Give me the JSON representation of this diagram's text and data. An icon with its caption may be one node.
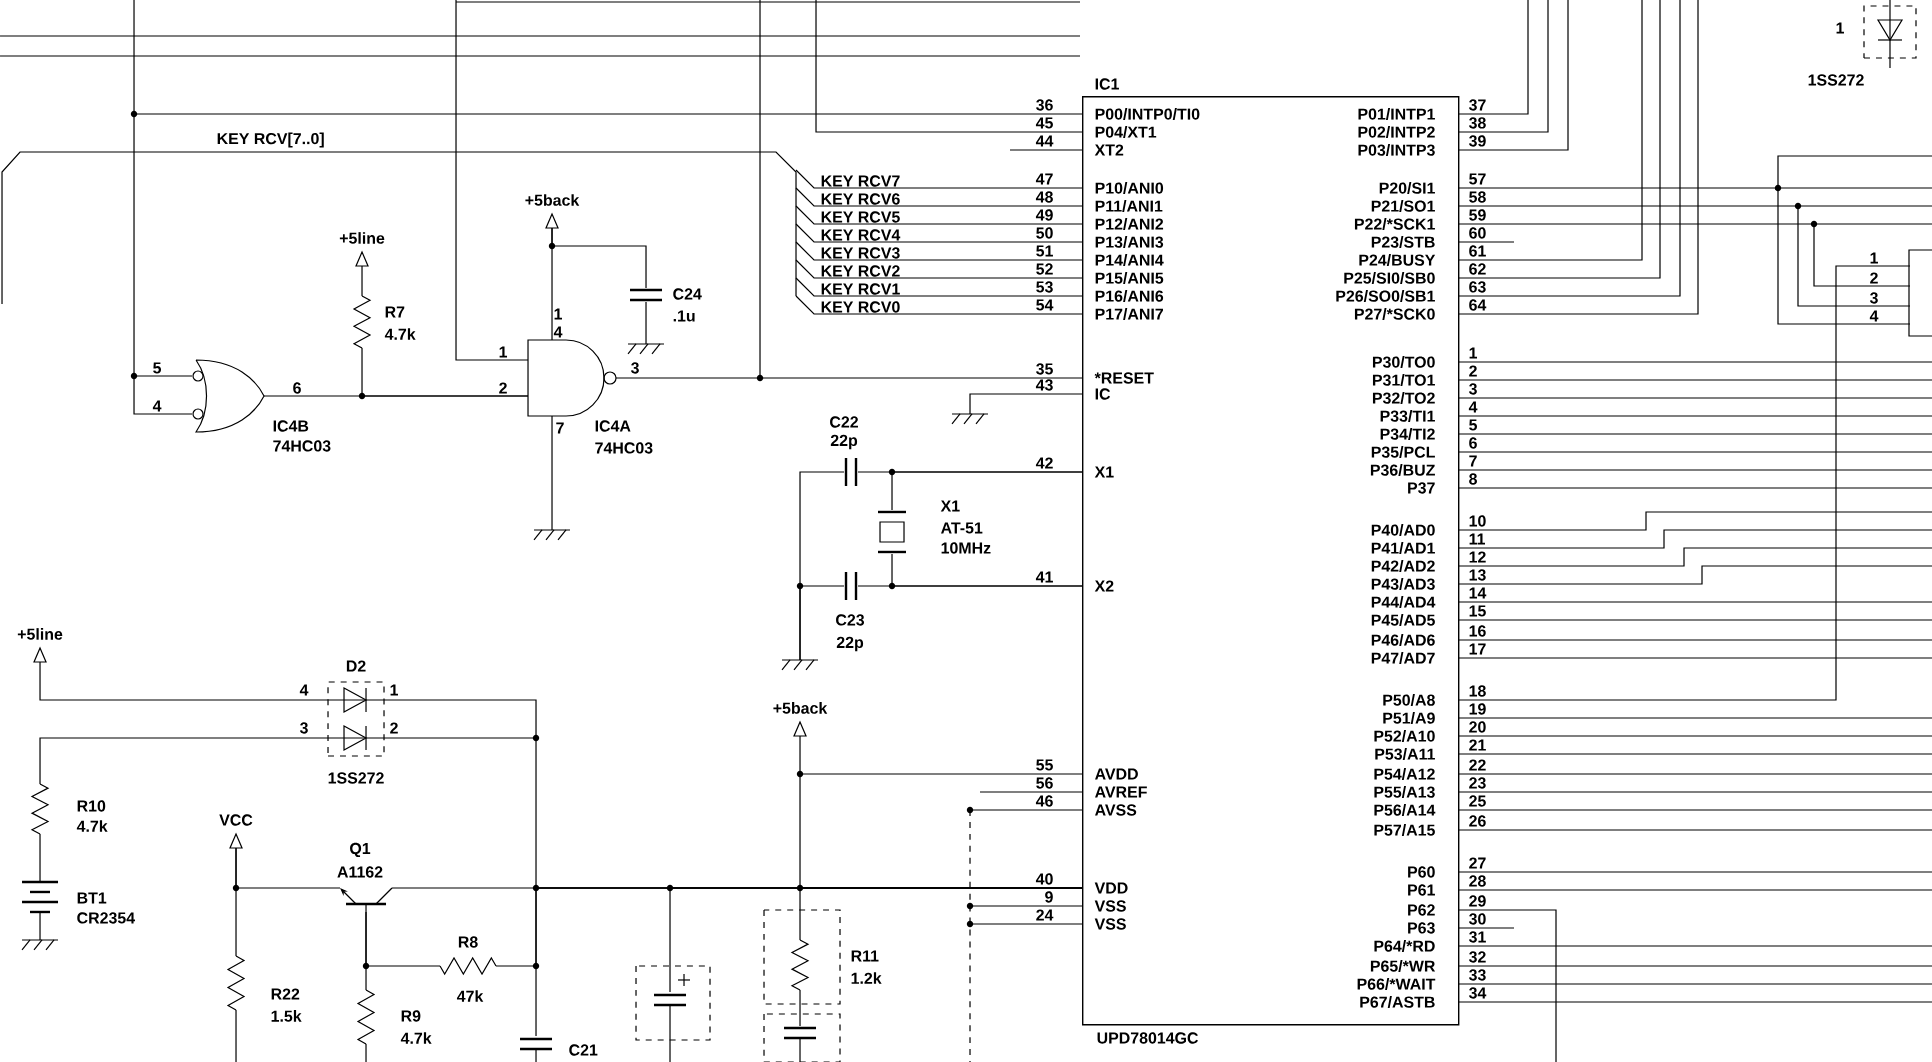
{
  "diagram": {
    "nodes": [
      {
        "text": [
          "IC1",
          "P00/INTP0/TI0",
          "P04/XT1",
          "XT2",
          "P10/ANI0",
          "P11/ANI1",
          "P12/ANI2",
          "P13/ANI3",
          "P14/ANI4",
          "P15/ANI5",
          "P16/ANI6",
          "P17/ANI7",
          "*RESET",
          "IC",
          "X1",
          "X2",
          "AVDD",
          "AVREF",
          "AVSS",
          "VDD",
          "VSS",
          "VSS",
          "P01/INTP1",
          "P02/INTP2",
          "P03/INTP3",
          "P20/SI1",
          "P21/SO1",
          "P22/*SCK1",
          "P23/STB",
          "P24/BUSY",
          "P25/SI0/SB0",
          "P26/SO0/SB1",
          "P27/*SCK0",
          "P30/TO0",
          "P31/TO1",
          "P32/TO2",
          "P33/TI1",
          "P34/TI2",
          "P35/PCL",
          "P36/BUZ",
          "P37",
          "P40/AD0",
          "P41/AD1",
          "P42/AD2",
          "P43/AD3",
          "P44/AD4",
          "P45/AD5",
          "P46/AD6",
          "P47/AD7",
          "P50/A8",
          "P51/A9",
          "P52/A10",
          "P53/A11",
          "P54/A12",
          "P55/A13",
          "P56/A14",
          "P57/A15",
          "P60",
          "P61",
          "P62",
          "P63",
          "P64/*RD",
          "P65/*WR",
          "P66/*WAIT",
          "P67/ASTB"
        ],
        "beside": [
          "UPD78014GC",
          "36",
          "45",
          "44",
          "47",
          "48",
          "49",
          "50",
          "51",
          "52",
          "53",
          "54",
          "35",
          "43",
          "42",
          "41",
          "55",
          "56",
          "46",
          "40",
          "9",
          "24",
          "37",
          "38",
          "39",
          "57",
          "58",
          "59",
          "60",
          "61",
          "62",
          "63",
          "64",
          "1",
          "2",
          "3",
          "4",
          "5",
          "6",
          "7",
          "8",
          "10",
          "11",
          "12",
          "13",
          "14",
          "15",
          "16",
          "17",
          "18",
          "19",
          "20",
          "21",
          "22",
          "23",
          "25",
          "26",
          "27",
          "28",
          "29",
          "30",
          "31",
          "32",
          "33",
          "34"
        ]
      },
      {
        "text": [
          "IC4B",
          "74HC03"
        ],
        "beside": [
          "5",
          "4",
          "6"
        ]
      },
      {
        "text": [
          "IC4A",
          "74HC03"
        ],
        "beside": [
          "1",
          "2",
          "1",
          "4",
          "3",
          "7"
        ]
      },
      {
        "text": [
          "D2",
          "1SS272"
        ],
        "beside": [
          "4",
          "3",
          "1",
          "2"
        ]
      },
      {
        "text": [
          "+5line"
        ]
      },
      {
        "text": [
          "R7",
          "4.7k"
        ]
      },
      {
        "text": [
          "+5back"
        ]
      },
      {
        "text": [
          "C24",
          ".1u"
        ]
      },
      {
        "text": [],
        "shape": "ground"
      },
      {
        "text": [],
        "shape": "ground"
      },
      {
        "text": [],
        "shape": "ground"
      },
      {
        "text": [
          "C22",
          "22p"
        ]
      },
      {
        "text": [
          "X1",
          "AT-51",
          "10MHz"
        ]
      },
      {
        "text": [
          "C23",
          "22p"
        ]
      },
      {
        "text": [],
        "shape": "ground"
      },
      {
        "text": [
          "+5back"
        ]
      },
      {
        "text": [
          "R11",
          "1.2k"
        ]
      },
      {
        "text": [],
        "shape": "capacitor"
      },
      {
        "text": [
          "+5line"
        ]
      },
      {
        "text": [
          "R10",
          "4.7k"
        ]
      },
      {
        "text": [
          "BT1",
          "CR2354"
        ]
      },
      {
        "text": [],
        "shape": "ground"
      },
      {
        "text": [
          "VCC"
        ]
      },
      {
        "text": [
          "Q1",
          "A1162"
        ]
      },
      {
        "text": [
          "R22",
          "1.5k"
        ]
      },
      {
        "text": [
          "R8",
          "47k"
        ]
      },
      {
        "text": [
          "R9",
          "4.7k"
        ]
      },
      {
        "text": [
          "C21"
        ]
      },
      {
        "text": [],
        "shape": "capacitor"
      },
      {
        "text": [],
        "shape": "box",
        "beside": [
          "1",
          "2",
          "3",
          "4"
        ]
      },
      {
        "text": [
          "1SS272"
        ],
        "beside": [
          "1"
        ]
      }
    ],
    "edges": [
      {
        "from": 0,
        "to": 1,
        "arrow": "none"
      },
      {
        "from": 1,
        "to": 2,
        "arrow": "none"
      },
      {
        "from": 5,
        "to": 2,
        "arrow": "none"
      },
      {
        "from": 4,
        "to": 5,
        "arrow": "none"
      },
      {
        "from": 2,
        "to": 0,
        "arrow": "none"
      },
      {
        "from": 6,
        "to": 2,
        "arrow": "none"
      },
      {
        "from": 6,
        "to": 7,
        "arrow": "none"
      },
      {
        "from": 7,
        "to": 8,
        "arrow": "none"
      },
      {
        "from": 2,
        "to": 9,
        "arrow": "none"
      },
      {
        "from": 0,
        "to": 10,
        "arrow": "none"
      },
      {
        "from": 0,
        "to": 11,
        "arrow": "none"
      },
      {
        "from": 0,
        "to": 12,
        "arrow": "none"
      },
      {
        "from": 11,
        "to": 14,
        "arrow": "none"
      },
      {
        "from": 13,
        "to": 14,
        "arrow": "none"
      },
      {
        "from": 0,
        "to": 13,
        "arrow": "none"
      },
      {
        "from": 0,
        "to": 12,
        "arrow": "none"
      },
      {
        "from": 15,
        "to": 0,
        "arrow": "none"
      },
      {
        "from": 3,
        "to": 0,
        "arrow": "none"
      },
      {
        "from": 23,
        "to": 0,
        "arrow": "none"
      },
      {
        "from": 25,
        "to": 0,
        "arrow": "none"
      },
      {
        "from": 27,
        "to": 0,
        "arrow": "none"
      },
      {
        "from": 28,
        "to": 0,
        "arrow": "none"
      },
      {
        "from": 16,
        "to": 0,
        "arrow": "none"
      },
      {
        "from": 16,
        "to": 17,
        "arrow": "none"
      },
      {
        "from": 18,
        "to": 3,
        "arrow": "none"
      },
      {
        "from": 3,
        "to": 19,
        "arrow": "none"
      },
      {
        "from": 19,
        "to": 20,
        "arrow": "none"
      },
      {
        "from": 20,
        "to": 21,
        "arrow": "none"
      },
      {
        "from": 22,
        "to": 23,
        "arrow": "none"
      },
      {
        "from": 22,
        "to": 24,
        "arrow": "none"
      },
      {
        "from": 23,
        "to": 25,
        "arrow": "none"
      },
      {
        "from": 23,
        "to": 26,
        "arrow": "none"
      },
      {
        "from": 0,
        "to": 29,
        "arrow": "none"
      },
      {
        "from": 0,
        "to": 29,
        "arrow": "none"
      },
      {
        "from": 0,
        "to": 29,
        "arrow": "none"
      },
      {
        "from": 0,
        "to": 29,
        "arrow": "none"
      }
    ],
    "labels": [
      "KEY RCV[7..0]",
      "KEY RCV7",
      "KEY RCV6",
      "KEY RCV5",
      "KEY RCV4",
      "KEY RCV3",
      "KEY RCV2",
      "KEY RCV1",
      "KEY RCV0"
    ]
  }
}
